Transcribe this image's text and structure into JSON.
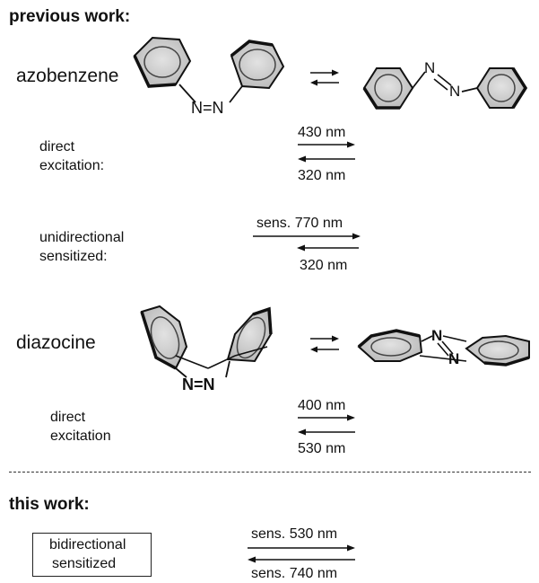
{
  "headings": {
    "previous": "previous work:",
    "this": "this work:"
  },
  "azobenzene": {
    "name": "azobenzene",
    "azo_label_cis": "N=N",
    "azo_n1": "N",
    "azo_n2": "N",
    "conditions": [
      {
        "label_line1": "direct",
        "label_line2": "excitation:",
        "forward": "430 nm",
        "backward": "320 nm"
      },
      {
        "label_line1": "unidirectional",
        "label_line2": "sensitized:",
        "forward": "sens. 770 nm",
        "backward": "320 nm"
      }
    ]
  },
  "diazocine": {
    "name": "diazocine",
    "azo_label_cis": "N=N",
    "azo_n1": "N",
    "azo_n2": "N",
    "conditions": [
      {
        "label_line1": "direct",
        "label_line2": "excitation",
        "forward": "400 nm",
        "backward": "530 nm"
      }
    ]
  },
  "this_work": {
    "box_line1": "bidirectional",
    "box_line2": "sensitized",
    "forward": "sens. 530 nm",
    "backward": "sens. 740 nm"
  },
  "colors": {
    "ring_fill": "#c8c8c8",
    "ink": "#111111"
  }
}
